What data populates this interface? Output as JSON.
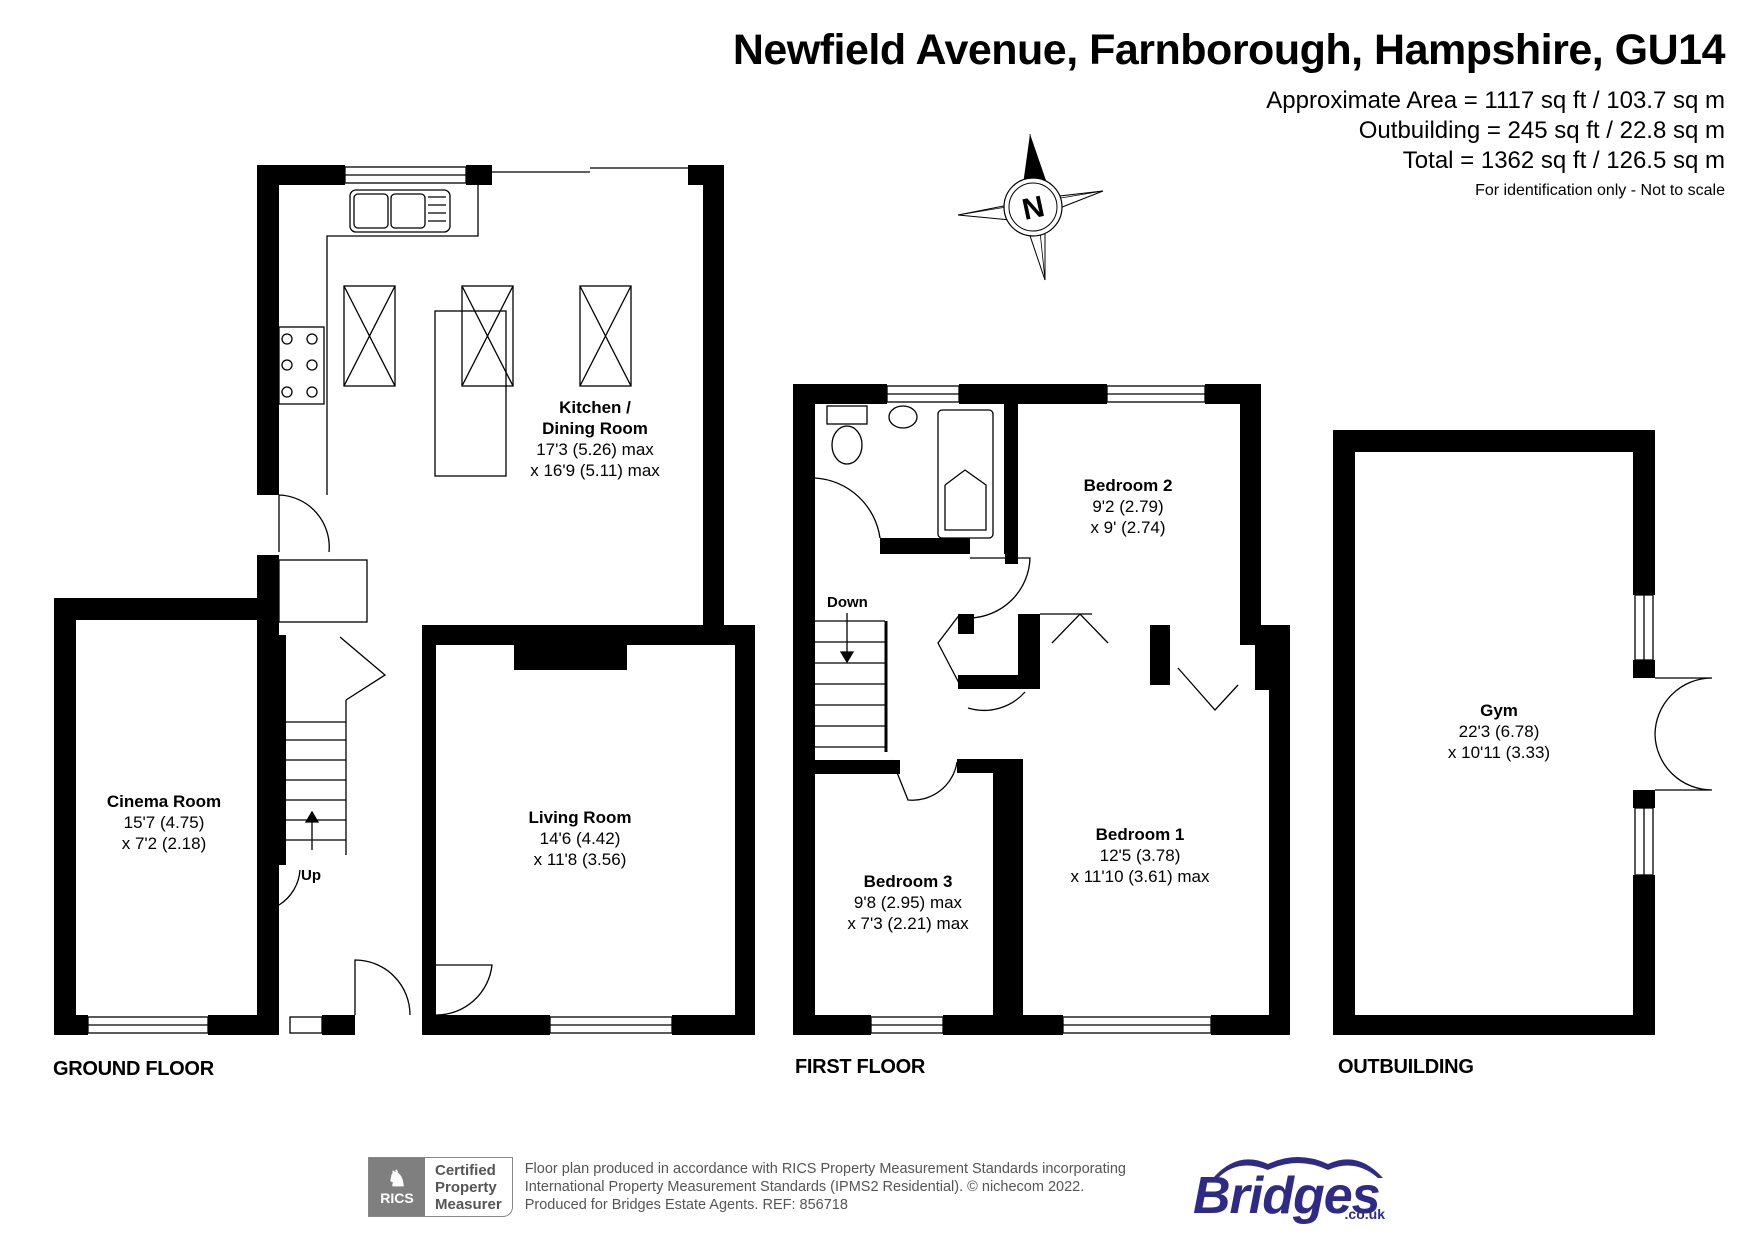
{
  "header": {
    "title": "Newfield Avenue, Farnborough, Hampshire, GU14",
    "areas": [
      "Approximate Area = 1117 sq ft / 103.7 sq m",
      "Outbuilding = 245 sq ft / 22.8 sq m",
      "Total = 1362 sq ft / 126.5 sq m"
    ],
    "disclaimer": "For identification only - Not to scale"
  },
  "compass": {
    "letter": "N"
  },
  "floors": {
    "ground": {
      "label": "GROUND FLOOR",
      "stairs_label": "Up",
      "rooms": [
        {
          "name": "Kitchen /",
          "name2": "Dining Room",
          "dim1": "17'3 (5.26) max",
          "dim2": "x 16'9 (5.11) max"
        },
        {
          "name": "Cinema Room",
          "dim1": "15'7 (4.75)",
          "dim2": "x 7'2 (2.18)"
        },
        {
          "name": "Living Room",
          "dim1": "14'6 (4.42)",
          "dim2": "x 11'8 (3.56)"
        }
      ]
    },
    "first": {
      "label": "FIRST FLOOR",
      "stairs_label": "Down",
      "rooms": [
        {
          "name": "Bedroom 2",
          "dim1": "9'2 (2.79)",
          "dim2": "x 9' (2.74)"
        },
        {
          "name": "Bedroom 1",
          "dim1": "12'5 (3.78)",
          "dim2": "x 11'10 (3.61) max"
        },
        {
          "name": "Bedroom 3",
          "dim1": "9'8 (2.95) max",
          "dim2": "x 7'3 (2.21) max"
        }
      ]
    },
    "outbuilding": {
      "label": "OUTBUILDING",
      "rooms": [
        {
          "name": "Gym",
          "dim1": "22'3 (6.78)",
          "dim2": "x 10'11 (3.33)"
        }
      ]
    }
  },
  "footer": {
    "rics_logo": "RICS",
    "badge_lines": [
      "Certified",
      "Property",
      "Measurer"
    ],
    "text_lines": [
      "Floor plan produced in accordance with RICS Property Measurement Standards incorporating",
      "International Property Measurement Standards (IPMS2 Residential).   © nichecom 2022.",
      "Produced for Bridges Estate Agents.   REF:  856718"
    ],
    "brand": {
      "name": "Bridges",
      "tld": ".co.uk",
      "color": "#2e2a86"
    }
  }
}
